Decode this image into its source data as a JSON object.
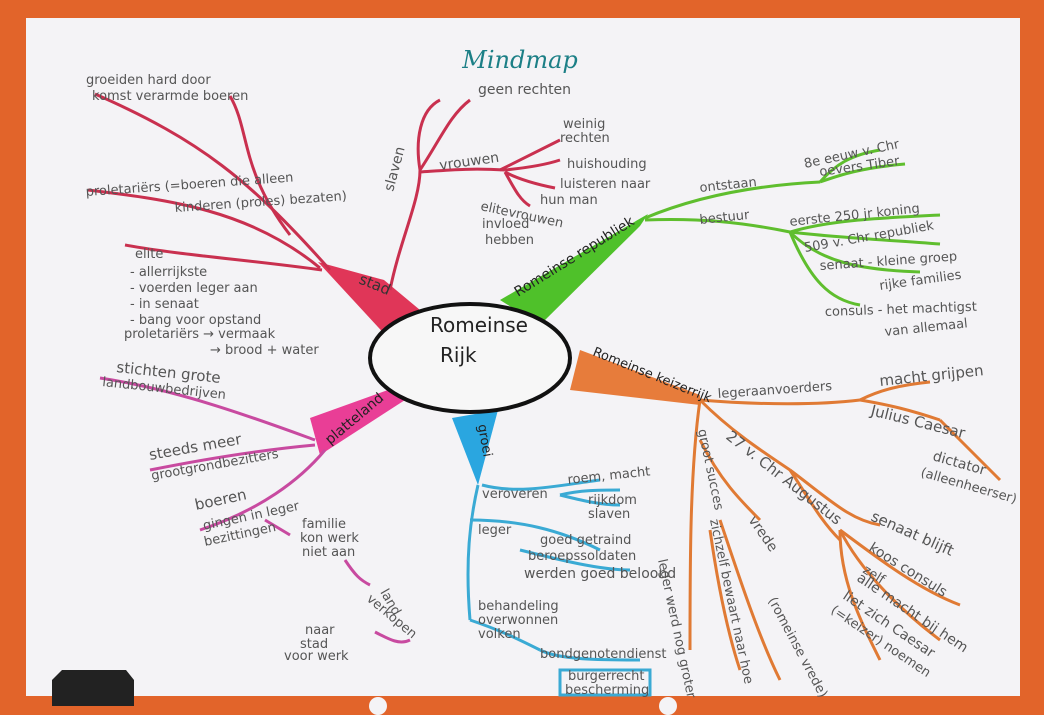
{
  "title": "Mindmap",
  "center": [
    "Romeinse",
    "Rijk"
  ],
  "branches": {
    "stad": {
      "label": "stad",
      "color": "#d6284f",
      "items": [
        "groeiden hard door",
        "komst verarmde boeren",
        "proletariërs (=boeren die alleen",
        "kinderen (proles) bezaten)",
        "elite",
        "- allerrijkste",
        "- voerden leger aan",
        "- in senaat",
        "- bang voor opstand",
        "proletariërs → vermaak",
        "→ brood + water"
      ],
      "sub": {
        "slaven": "slaven",
        "vrouwen": "vrouwen",
        "geen_rechten": "geen rechten",
        "vrouwen_items": [
          "weinig",
          "rechten",
          "huishouding",
          "luisteren naar",
          "hun man",
          "elitevrouwen",
          "invloed",
          "hebben"
        ]
      }
    },
    "republiek": {
      "label": "Romeinse republiek",
      "color": "#4cc02a",
      "items": {
        "ontstaan": "ontstaan",
        "ontstaan_items": [
          "8e eeuw v. Chr",
          "oevers Tiber"
        ],
        "bestuur": "bestuur",
        "bestuur_items": [
          "eerste 250 jr koning",
          "509 v. Chr republiek",
          "senaat - kleine groep",
          "rijke families",
          "consuls - het machtigst",
          "van allemaal"
        ]
      }
    },
    "keizerrijk": {
      "label": "Romeinse keizerrijk",
      "color": "#e07a34",
      "items": {
        "legeraanvoerder": "legeraanvoerders",
        "macht": "macht grijpen",
        "julius": "Julius Caesar",
        "dictator": "dictator",
        "alleenheerser": "(alleenheerser)",
        "augustus": "27 v. Chr Augustus",
        "opvolgers": "groot succes",
        "vrede": "vrede",
        "leger": "leger werd nog groter",
        "vredebewaker": "zichzelf bewaart naar hoe",
        "romeinse_vrede": "(romeinse vrede)",
        "senaat": "senaat blijft",
        "koos": "koos consuls",
        "zelf": "zelf",
        "allemacht": "alle macht bij hem",
        "liet": "liet zich Caesar",
        "keizer": "(=keizer) noemen"
      }
    },
    "groei": {
      "label": "groei",
      "color": "#2aa6d6",
      "items": {
        "veroveren": "veroveren",
        "roem": "roem, macht",
        "rijkdom": "rijkdom",
        "slaven": "slaven",
        "leger": "leger",
        "goed_getraind": "goed getraind",
        "soldaten": "beroepssoldaten",
        "beloond": "werden goed beloond",
        "behandeling": "behandeling",
        "overwonnenen": "overwonnen",
        "volken": "volken",
        "krijgsdienst": "bondgenotendienst",
        "burgerrecht": "burgerrecht",
        "bescherming": "bescherming"
      }
    },
    "platteland": {
      "label": "platteland",
      "color": "#e0409a",
      "items": [
        "stichten grote",
        "landbouwbedrijven",
        "steeds meer",
        "grootgrondbezitters",
        "boeren",
        "gingen in leger",
        "bezittingen",
        "familie",
        "kon werk",
        "niet aan",
        "land",
        "verkopen",
        "naar",
        "stad",
        "voor werk"
      ]
    }
  }
}
